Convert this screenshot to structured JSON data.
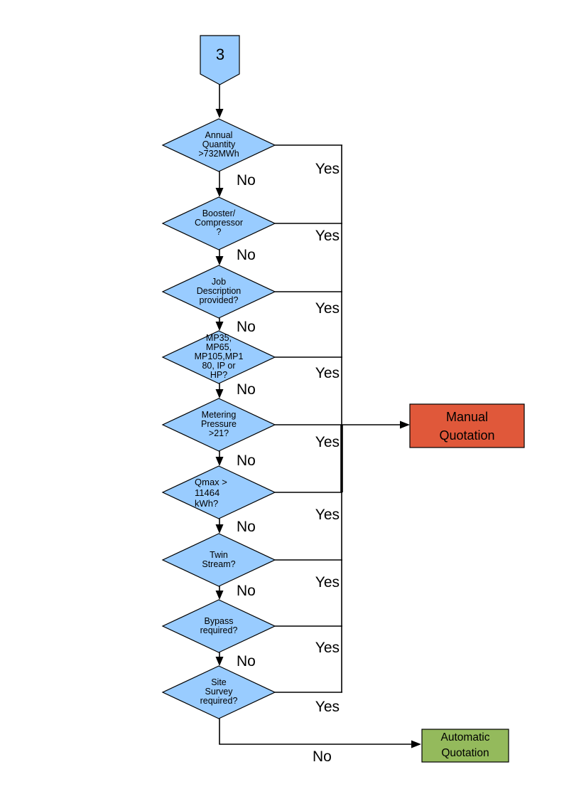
{
  "flowchart": {
    "colors": {
      "node_fill": "#99ccff",
      "node_stroke": "#000000",
      "manual_fill": "#e0583a",
      "automatic_fill": "#94ba5c",
      "line_color": "#000000"
    },
    "connector": {
      "label": "3"
    },
    "decisions": [
      {
        "label": "Annual\nQuantity\n>732MWh",
        "yes": "Yes",
        "no": "No"
      },
      {
        "label": "Booster/\nCompressor\n?",
        "yes": "Yes",
        "no": "No"
      },
      {
        "label": "Job\nDescription\nprovided?",
        "yes": "Yes",
        "no": "No"
      },
      {
        "label": "MP35,\nMP65,\nMP105,MP1\n80, IP or\nHP?",
        "yes": "Yes",
        "no": "No"
      },
      {
        "label": "Metering\nPressure\n>21?",
        "yes": "Yes",
        "no": "No"
      },
      {
        "label": "Qmax >\n11464\nkWh?",
        "yes": "Yes",
        "no": "No"
      },
      {
        "label": "Twin\nStream?",
        "yes": "Yes",
        "no": "No"
      },
      {
        "label": "Bypass\nrequired?",
        "yes": "Yes",
        "no": "No"
      },
      {
        "label": "Site\nSurvey\nrequired?",
        "yes": "Yes",
        "no": "No"
      }
    ],
    "outcomes": {
      "manual": {
        "label": "Manual\nQuotation"
      },
      "automatic": {
        "label": "Automatic\nQuotation"
      }
    }
  }
}
